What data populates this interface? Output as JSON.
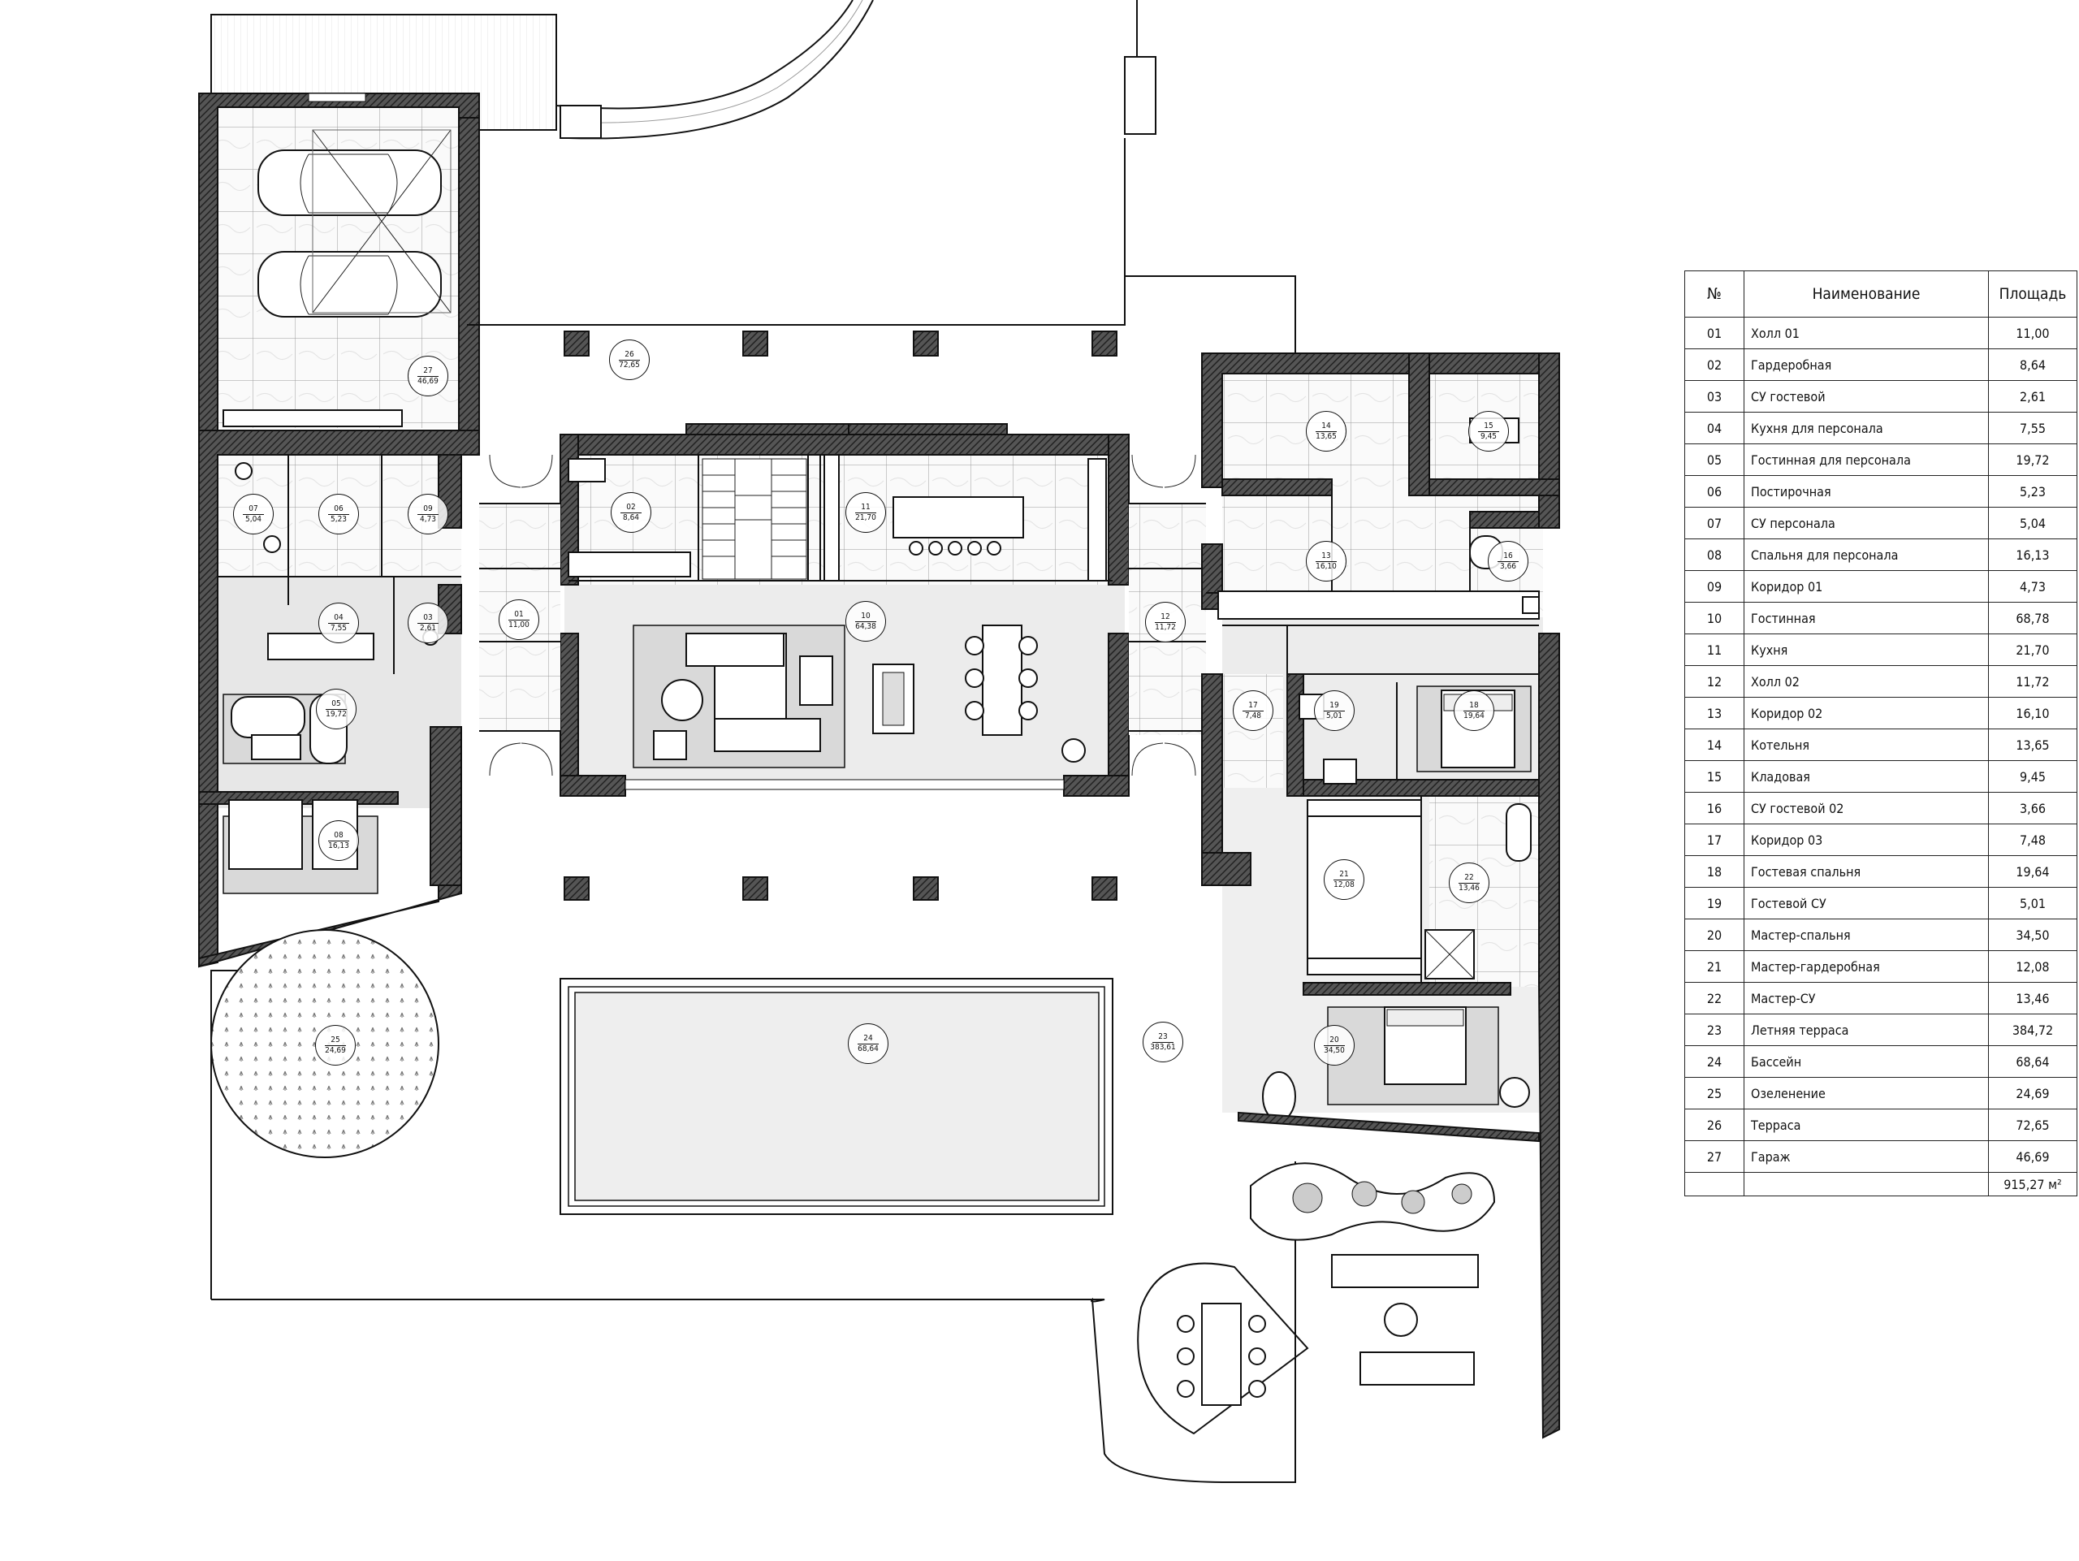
{
  "table": {
    "headers": {
      "num": "№",
      "name": "Наименование",
      "area": "Площадь"
    },
    "rows": [
      {
        "num": "01",
        "name": "Холл 01",
        "area": "11,00"
      },
      {
        "num": "02",
        "name": "Гардеробная",
        "area": "8,64"
      },
      {
        "num": "03",
        "name": "СУ гостевой",
        "area": "2,61"
      },
      {
        "num": "04",
        "name": "Кухня для персонала",
        "area": "7,55"
      },
      {
        "num": "05",
        "name": "Гостинная для персонала",
        "area": "19,72"
      },
      {
        "num": "06",
        "name": "Постирочная",
        "area": "5,23"
      },
      {
        "num": "07",
        "name": "СУ персонала",
        "area": "5,04"
      },
      {
        "num": "08",
        "name": "Спальня для персонала",
        "area": "16,13"
      },
      {
        "num": "09",
        "name": "Коридор 01",
        "area": "4,73"
      },
      {
        "num": "10",
        "name": "Гостинная",
        "area": "68,78"
      },
      {
        "num": "11",
        "name": "Кухня",
        "area": "21,70"
      },
      {
        "num": "12",
        "name": "Холл 02",
        "area": "11,72"
      },
      {
        "num": "13",
        "name": "Коридор 02",
        "area": "16,10"
      },
      {
        "num": "14",
        "name": "Котельня",
        "area": "13,65"
      },
      {
        "num": "15",
        "name": "Кладовая",
        "area": "9,45"
      },
      {
        "num": "16",
        "name": "СУ гостевой 02",
        "area": "3,66"
      },
      {
        "num": "17",
        "name": "Коридор 03",
        "area": "7,48"
      },
      {
        "num": "18",
        "name": "Гостевая спальня",
        "area": "19,64"
      },
      {
        "num": "19",
        "name": "Гостевой СУ",
        "area": "5,01"
      },
      {
        "num": "20",
        "name": "Мастер-спальня",
        "area": "34,50"
      },
      {
        "num": "21",
        "name": "Мастер-гардеробная",
        "area": "12,08"
      },
      {
        "num": "22",
        "name": "Мастер-СУ",
        "area": "13,46"
      },
      {
        "num": "23",
        "name": "Летняя терраса",
        "area": "384,72"
      },
      {
        "num": "24",
        "name": "Бассейн",
        "area": "68,64"
      },
      {
        "num": "25",
        "name": "Озеленение",
        "area": "24,69"
      },
      {
        "num": "26",
        "name": "Терраса",
        "area": "72,65"
      },
      {
        "num": "27",
        "name": "Гараж",
        "area": "46,69"
      }
    ],
    "total": "915,27 м²"
  },
  "plan_labels": [
    {
      "num": "01",
      "area": "11,00"
    },
    {
      "num": "02",
      "area": "8,64"
    },
    {
      "num": "03",
      "area": "2,61"
    },
    {
      "num": "04",
      "area": "7,55"
    },
    {
      "num": "05",
      "area": "19,72"
    },
    {
      "num": "06",
      "area": "5,23"
    },
    {
      "num": "07",
      "area": "5,04"
    },
    {
      "num": "08",
      "area": "16,13"
    },
    {
      "num": "09",
      "area": "4,73"
    },
    {
      "num": "10",
      "area": "64,38"
    },
    {
      "num": "11",
      "area": "21,70"
    },
    {
      "num": "12",
      "area": "11,72"
    },
    {
      "num": "13",
      "area": "16,10"
    },
    {
      "num": "14",
      "area": "13,65"
    },
    {
      "num": "15",
      "area": "9,45"
    },
    {
      "num": "16",
      "area": "3,66"
    },
    {
      "num": "17",
      "area": "7,48"
    },
    {
      "num": "18",
      "area": "19,64"
    },
    {
      "num": "19",
      "area": "5,01"
    },
    {
      "num": "20",
      "area": "34,50"
    },
    {
      "num": "21",
      "area": "12,08"
    },
    {
      "num": "22",
      "area": "13,46"
    },
    {
      "num": "23",
      "area": "383,61"
    },
    {
      "num": "24",
      "area": "68,64"
    },
    {
      "num": "25",
      "area": "24,69"
    },
    {
      "num": "26",
      "area": "72,65"
    },
    {
      "num": "27",
      "area": "46,69"
    }
  ]
}
